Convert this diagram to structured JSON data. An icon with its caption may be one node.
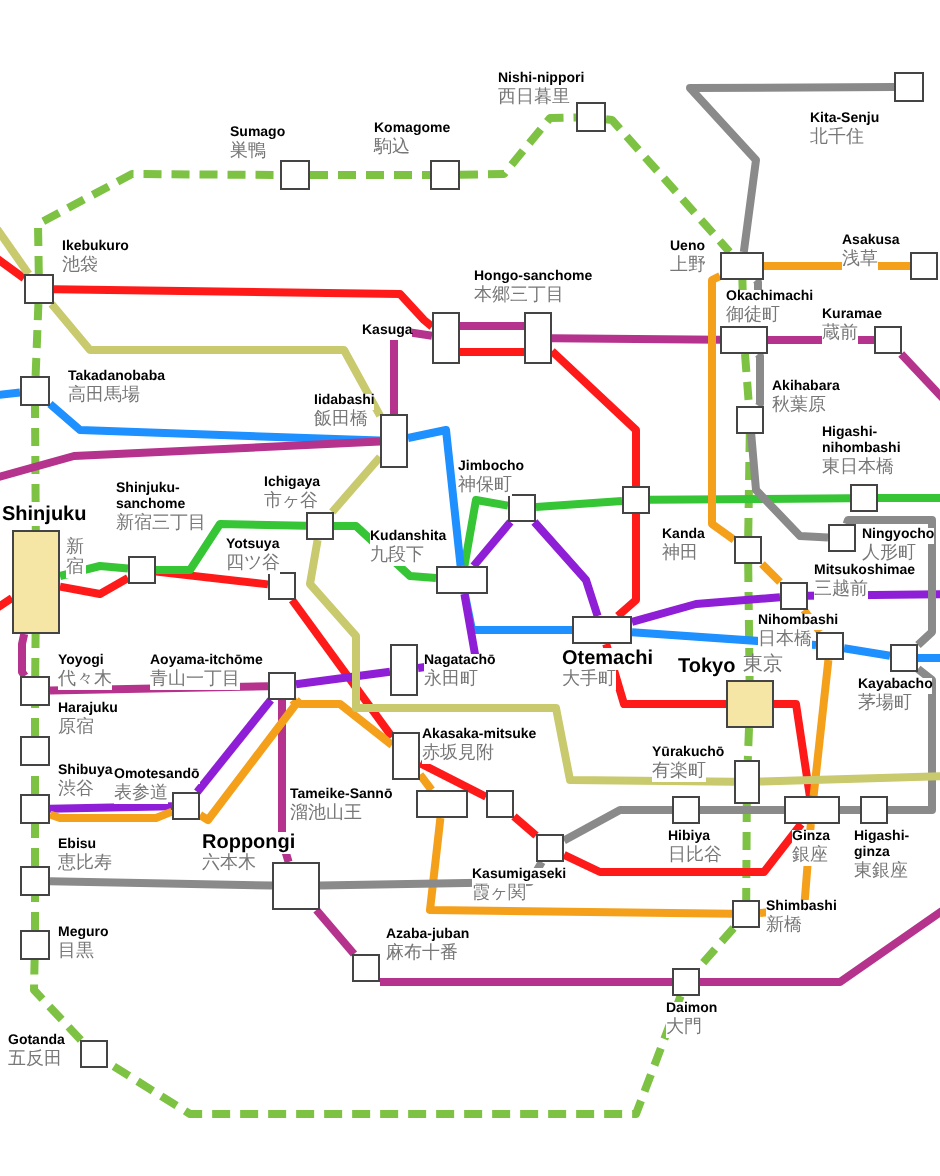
{
  "diagram": {
    "nodes": [
      {
        "text": [
          "Sumago",
          "巣鴨"
        ]
      },
      {
        "text": [
          "Komagome",
          "駒込"
        ]
      },
      {
        "text": [
          "Nishi-nippori",
          "西日暮里"
        ]
      },
      {
        "text": [
          "Kita-Senju",
          "北千住"
        ]
      },
      {
        "text": [
          "Ikebukuro",
          "池袋"
        ]
      },
      {
        "text": [
          "Takadanobaba",
          "高田馬場"
        ]
      },
      {
        "text": [
          "Shinjuku",
          "新宿"
        ]
      },
      {
        "text": [
          "Shinjuku-sanchome",
          "新宿三丁目"
        ]
      },
      {
        "text": [
          "Yotsuya",
          "四ツ谷"
        ]
      },
      {
        "text": [
          "Ichigaya",
          "市ヶ谷"
        ]
      },
      {
        "text": [
          "Iidabashi",
          "飯田橋"
        ]
      },
      {
        "text": [
          "Kasuga"
        ]
      },
      {
        "text": [
          "Hongo-sanchome",
          "本郷三丁目"
        ]
      },
      {
        "text": [
          "Jimbocho",
          "神保町"
        ]
      },
      {
        "text": [
          "Kudanshita",
          "九段下"
        ]
      },
      {
        "text": [
          "Ueno",
          "上野"
        ]
      },
      {
        "text": [
          "Okachimachi",
          "御徒町"
        ]
      },
      {
        "text": [
          "Kuramae",
          "蔵前"
        ]
      },
      {
        "text": [
          "Asakusa",
          "浅草"
        ]
      },
      {
        "text": [
          "Akihabara",
          "秋葉原"
        ]
      },
      {
        "text": [
          "Higashi-nihombashi",
          "東日本橋"
        ]
      },
      {
        "text": [
          "Kanda",
          "神田"
        ]
      },
      {
        "text": [
          "Ningyocho",
          "人形町"
        ]
      },
      {
        "text": [
          "Mitsukoshimae",
          "三越前"
        ]
      },
      {
        "text": [
          "Nihombashi",
          "日本橋"
        ]
      },
      {
        "text": [
          "Kayabacho",
          "茅場町"
        ]
      },
      {
        "text": [
          "Otemachi",
          "大手町"
        ]
      },
      {
        "text": [
          "Tokyo",
          "東京"
        ]
      },
      {
        "text": [
          "Yūrakuchō",
          "有楽町"
        ]
      },
      {
        "text": [
          "Hibiya",
          "日比谷"
        ]
      },
      {
        "text": [
          "Ginza",
          "銀座"
        ]
      },
      {
        "text": [
          "Higashi-ginza",
          "東銀座"
        ]
      },
      {
        "text": [
          "Shimbashi",
          "新橋"
        ]
      },
      {
        "text": [
          "Daimon",
          "大門"
        ]
      },
      {
        "text": [
          "Nagatachō",
          "永田町"
        ]
      },
      {
        "text": [
          "Akasaka-mitsuke",
          "赤坂見附"
        ]
      },
      {
        "text": [
          "Tameike-Sannō",
          "溜池山王"
        ]
      },
      {
        "text": [],
        "shape": "box"
      },
      {
        "text": [
          "Kasumigaseki",
          "霞ヶ関"
        ]
      },
      {
        "text": [
          "Aoyama-itchōme",
          "青山一丁目"
        ]
      },
      {
        "text": [
          "Omotesandō",
          "表参道"
        ]
      },
      {
        "text": [
          "Roppongi",
          "六本木"
        ]
      },
      {
        "text": [
          "Azaba-juban",
          "麻布十番"
        ]
      },
      {
        "text": [
          "Gotanda",
          "五反田"
        ]
      },
      {
        "text": [
          "Yoyogi",
          "代々木"
        ]
      },
      {
        "text": [
          "Harajuku",
          "原宿"
        ]
      },
      {
        "text": [
          "Shibuya",
          "渋谷"
        ]
      },
      {
        "text": [
          "Ebisu",
          "恵比寿"
        ]
      },
      {
        "text": [
          "Meguro",
          "目黒"
        ]
      },
      {
        "text": [],
        "shape": "box"
      }
    ],
    "edges": [
      {
        "from": 4,
        "to": 0,
        "arrow": "none",
        "style": "dashed",
        "color": "#7dc242"
      },
      {
        "from": 0,
        "to": 1,
        "arrow": "none",
        "style": "dashed",
        "color": "#7dc242"
      },
      {
        "from": 1,
        "to": 2,
        "arrow": "none",
        "style": "dashed",
        "color": "#7dc242"
      },
      {
        "from": 2,
        "to": 15,
        "arrow": "none",
        "style": "dashed",
        "color": "#7dc242"
      },
      {
        "from": 15,
        "to": 16,
        "arrow": "none",
        "style": "dashed",
        "color": "#7dc242"
      },
      {
        "from": 16,
        "to": 19,
        "arrow": "none",
        "style": "dashed",
        "color": "#7dc242"
      },
      {
        "from": 19,
        "to": 21,
        "arrow": "none",
        "style": "dashed",
        "color": "#7dc242"
      },
      {
        "from": 21,
        "to": 27,
        "arrow": "none",
        "style": "dashed",
        "color": "#7dc242"
      },
      {
        "from": 27,
        "to": 28,
        "arrow": "none",
        "style": "dashed",
        "color": "#7dc242"
      },
      {
        "from": 28,
        "to": 32,
        "arrow": "none",
        "style": "dashed",
        "color": "#7dc242"
      },
      {
        "from": 32,
        "to": 33,
        "arrow": "none",
        "style": "dashed",
        "color": "#7dc242"
      },
      {
        "from": 33,
        "to": 43,
        "arrow": "none",
        "style": "dashed",
        "color": "#7dc242"
      },
      {
        "from": 43,
        "to": 48,
        "arrow": "none",
        "style": "dashed",
        "color": "#7dc242"
      },
      {
        "from": 48,
        "to": 47,
        "arrow": "none",
        "style": "dashed",
        "color": "#7dc242"
      },
      {
        "from": 47,
        "to": 46,
        "arrow": "none",
        "style": "dashed",
        "color": "#7dc242"
      },
      {
        "from": 46,
        "to": 45,
        "arrow": "none",
        "style": "dashed",
        "color": "#7dc242"
      },
      {
        "from": 45,
        "to": 44,
        "arrow": "none",
        "style": "dashed",
        "color": "#7dc242"
      },
      {
        "from": 44,
        "to": 6,
        "arrow": "none",
        "style": "dashed",
        "color": "#7dc242"
      },
      {
        "from": 6,
        "to": 5,
        "arrow": "none",
        "style": "dashed",
        "color": "#7dc242"
      },
      {
        "from": 5,
        "to": 4,
        "arrow": "none",
        "style": "dashed",
        "color": "#7dc242"
      },
      {
        "from": null,
        "to": 4,
        "arrow": "none",
        "color": "#ff1a1a"
      },
      {
        "from": 4,
        "to": 11,
        "arrow": "none",
        "color": "#ff1a1a"
      },
      {
        "from": 11,
        "to": 12,
        "arrow": "none",
        "color": "#ff1a1a"
      },
      {
        "from": 12,
        "to": 49,
        "arrow": "none",
        "color": "#ff1a1a"
      },
      {
        "from": 49,
        "to": 26,
        "arrow": "none",
        "color": "#ff1a1a"
      },
      {
        "from": 26,
        "to": 27,
        "arrow": "none",
        "color": "#ff1a1a"
      },
      {
        "from": 27,
        "to": 30,
        "arrow": "none",
        "color": "#ff1a1a"
      },
      {
        "from": 30,
        "to": 38,
        "arrow": "none",
        "color": "#ff1a1a"
      },
      {
        "from": 38,
        "to": 37,
        "arrow": "none",
        "color": "#ff1a1a"
      },
      {
        "from": 37,
        "to": 35,
        "arrow": "none",
        "color": "#ff1a1a"
      },
      {
        "from": 35,
        "to": 8,
        "arrow": "none",
        "color": "#ff1a1a"
      },
      {
        "from": 8,
        "to": 7,
        "arrow": "none",
        "color": "#ff1a1a"
      },
      {
        "from": 7,
        "to": 6,
        "arrow": "none",
        "color": "#ff1a1a"
      },
      {
        "from": 6,
        "to": null,
        "arrow": "none",
        "color": "#ff1a1a"
      },
      {
        "from": 6,
        "to": 7,
        "arrow": "none",
        "color": "#35c535"
      },
      {
        "from": 7,
        "to": 9,
        "arrow": "none",
        "color": "#35c535"
      },
      {
        "from": 9,
        "to": 14,
        "arrow": "none",
        "color": "#35c535"
      },
      {
        "from": 14,
        "to": 13,
        "arrow": "none",
        "color": "#35c535"
      },
      {
        "from": 13,
        "to": 49,
        "arrow": "none",
        "color": "#35c535"
      },
      {
        "from": 49,
        "to": 20,
        "arrow": "none",
        "color": "#35c535"
      },
      {
        "from": 20,
        "to": null,
        "arrow": "none",
        "color": "#35c535"
      },
      {
        "from": null,
        "to": 5,
        "arrow": "none",
        "color": "#1e90ff"
      },
      {
        "from": 5,
        "to": 10,
        "arrow": "none",
        "color": "#1e90ff"
      },
      {
        "from": 10,
        "to": 14,
        "arrow": "none",
        "color": "#1e90ff"
      },
      {
        "from": 14,
        "to": 26,
        "arrow": "none",
        "color": "#1e90ff"
      },
      {
        "from": 26,
        "to": 24,
        "arrow": "none",
        "color": "#1e90ff"
      },
      {
        "from": 24,
        "to": 25,
        "arrow": "none",
        "color": "#1e90ff"
      },
      {
        "from": 25,
        "to": null,
        "arrow": "none",
        "color": "#1e90ff"
      },
      {
        "from": null,
        "to": 10,
        "arrow": "none",
        "color": "#b5338c"
      },
      {
        "from": 10,
        "to": 11,
        "arrow": "none",
        "color": "#b5338c"
      },
      {
        "from": 11,
        "to": 12,
        "arrow": "none",
        "color": "#b5338c"
      },
      {
        "from": 12,
        "to": 16,
        "arrow": "none",
        "color": "#b5338c"
      },
      {
        "from": 16,
        "to": 17,
        "arrow": "none",
        "color": "#b5338c"
      },
      {
        "from": 17,
        "to": null,
        "arrow": "none",
        "color": "#b5338c"
      },
      {
        "from": 6,
        "to": 44,
        "arrow": "none",
        "color": "#b5338c"
      },
      {
        "from": 44,
        "to": 39,
        "arrow": "none",
        "color": "#b5338c"
      },
      {
        "from": 39,
        "to": 41,
        "arrow": "none",
        "color": "#b5338c"
      },
      {
        "from": 41,
        "to": 42,
        "arrow": "none",
        "color": "#b5338c"
      },
      {
        "from": 42,
        "to": 33,
        "arrow": "none",
        "color": "#b5338c"
      },
      {
        "from": 33,
        "to": null,
        "arrow": "none",
        "color": "#b5338c"
      },
      {
        "from": 46,
        "to": 40,
        "arrow": "none",
        "color": "#8f1fd6"
      },
      {
        "from": 40,
        "to": 39,
        "arrow": "none",
        "color": "#8f1fd6"
      },
      {
        "from": 39,
        "to": 34,
        "arrow": "none",
        "color": "#8f1fd6"
      },
      {
        "from": 34,
        "to": 14,
        "arrow": "none",
        "color": "#8f1fd6"
      },
      {
        "from": 14,
        "to": 13,
        "arrow": "none",
        "color": "#8f1fd6"
      },
      {
        "from": 13,
        "to": 26,
        "arrow": "none",
        "color": "#8f1fd6"
      },
      {
        "from": 26,
        "to": 23,
        "arrow": "none",
        "color": "#8f1fd6"
      },
      {
        "from": 23,
        "to": null,
        "arrow": "none",
        "color": "#8f1fd6"
      },
      {
        "from": 46,
        "to": 40,
        "arrow": "none",
        "color": "#f5a01a"
      },
      {
        "from": 40,
        "to": 39,
        "arrow": "none",
        "color": "#f5a01a"
      },
      {
        "from": 39,
        "to": 35,
        "arrow": "none",
        "color": "#f5a01a"
      },
      {
        "from": 35,
        "to": 36,
        "arrow": "none",
        "color": "#f5a01a"
      },
      {
        "from": 36,
        "to": 32,
        "arrow": "none",
        "color": "#f5a01a"
      },
      {
        "from": 32,
        "to": 30,
        "arrow": "none",
        "color": "#f5a01a"
      },
      {
        "from": 30,
        "to": 24,
        "arrow": "none",
        "color": "#f5a01a"
      },
      {
        "from": 24,
        "to": 23,
        "arrow": "none",
        "color": "#f5a01a"
      },
      {
        "from": 23,
        "to": 21,
        "arrow": "none",
        "color": "#f5a01a"
      },
      {
        "from": 21,
        "to": 15,
        "arrow": "none",
        "color": "#f5a01a"
      },
      {
        "from": 15,
        "to": 18,
        "arrow": "none",
        "color": "#f5a01a"
      },
      {
        "from": 3,
        "to": 15,
        "arrow": "none",
        "color": "#8a8a8a"
      },
      {
        "from": 15,
        "to": 16,
        "arrow": "none",
        "color": "#8a8a8a"
      },
      {
        "from": 16,
        "to": 19,
        "arrow": "none",
        "color": "#8a8a8a"
      },
      {
        "from": 19,
        "to": 22,
        "arrow": "none",
        "color": "#8a8a8a"
      },
      {
        "from": 22,
        "to": 25,
        "arrow": "none",
        "color": "#8a8a8a"
      },
      {
        "from": 25,
        "to": 31,
        "arrow": "none",
        "color": "#8a8a8a"
      },
      {
        "from": 31,
        "to": 30,
        "arrow": "none",
        "color": "#8a8a8a"
      },
      {
        "from": 30,
        "to": 29,
        "arrow": "none",
        "color": "#8a8a8a"
      },
      {
        "from": 29,
        "to": 38,
        "arrow": "none",
        "color": "#8a8a8a"
      },
      {
        "from": 38,
        "to": 41,
        "arrow": "none",
        "color": "#8a8a8a"
      },
      {
        "from": 41,
        "to": 47,
        "arrow": "none",
        "color": "#8a8a8a"
      },
      {
        "from": null,
        "to": 4,
        "arrow": "none",
        "color": "#c9c96e"
      },
      {
        "from": 4,
        "to": 10,
        "arrow": "none",
        "color": "#c9c96e"
      },
      {
        "from": 10,
        "to": 9,
        "arrow": "none",
        "color": "#c9c96e"
      },
      {
        "from": 9,
        "to": 28,
        "arrow": "none",
        "color": "#c9c96e"
      },
      {
        "from": 28,
        "to": null,
        "arrow": "none",
        "color": "#c9c96e"
      }
    ]
  }
}
